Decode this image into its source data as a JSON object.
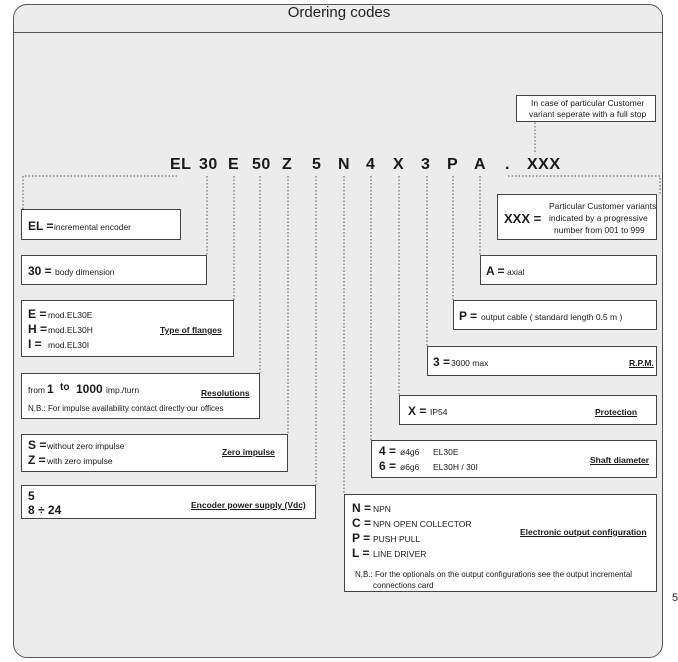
{
  "title": "Ordering codes",
  "page_mark": "5",
  "customer_note": [
    "In case of particular Customer",
    "variant  seperate with a full stop"
  ],
  "code_parts": [
    "EL",
    "30",
    "E",
    "50",
    "Z",
    "5",
    "N",
    "4",
    "X",
    "3",
    "P",
    "A",
    ".",
    "XXX"
  ],
  "el": {
    "key": "EL =",
    "desc": "incremental  encoder"
  },
  "body30": {
    "key": "30 =",
    "desc": "body  dimension"
  },
  "flanges": {
    "items": [
      {
        "key": "E =",
        "desc": "mod.EL30E"
      },
      {
        "key": "H =",
        "desc": "mod.EL30H"
      },
      {
        "key": "I  =",
        "desc": "mod.EL30I"
      }
    ],
    "heading": "Type of flanges"
  },
  "resolutions": {
    "from": "from",
    "min": "1",
    "to": "to",
    "max": "1000",
    "unit": "imp./turn",
    "heading": "Resolutions",
    "note": "N.B.: For impulse availability contact directly our offices"
  },
  "zero": {
    "items": [
      {
        "key": "S =",
        "desc": "without zero impulse"
      },
      {
        "key": "Z =",
        "desc": "with  zero impulse"
      }
    ],
    "heading": "Zero impulse"
  },
  "power": {
    "line1": "5",
    "line2": "8 ÷ 24",
    "heading": "Encoder power supply (Vdc)"
  },
  "xxx": {
    "key": "XXX =",
    "lines": [
      "Particular Customer variants",
      "indicated  by a progressive",
      "number from 001 to 999"
    ]
  },
  "axial": {
    "key": "A =",
    "desc": "axial"
  },
  "cable": {
    "key": "P =",
    "desc": "output cable ( standard length  0.5 m )"
  },
  "rpm": {
    "key": "3 =",
    "desc": "3000  max",
    "heading": "R.P.M."
  },
  "protection": {
    "key": "X =",
    "desc": "IP54",
    "heading": "Protection"
  },
  "shaft": {
    "items": [
      {
        "key": "4 =",
        "dim": "ø4g6",
        "model": "EL30E"
      },
      {
        "key": "6 =",
        "dim": "ø6g6",
        "model": "EL30H / 30I"
      }
    ],
    "heading": "Shaft diameter"
  },
  "output": {
    "items": [
      {
        "key": "N =",
        "desc": "NPN"
      },
      {
        "key": "C =",
        "desc": "NPN OPEN COLLECTOR"
      },
      {
        "key": "P =",
        "desc": "PUSH PULL"
      },
      {
        "key": "L =",
        "desc": "LINE DRIVER"
      }
    ],
    "heading": "Electronic output configuration",
    "note": [
      "N.B.: For the optionals on the output configurations see the output incremental",
      "connections card"
    ]
  }
}
